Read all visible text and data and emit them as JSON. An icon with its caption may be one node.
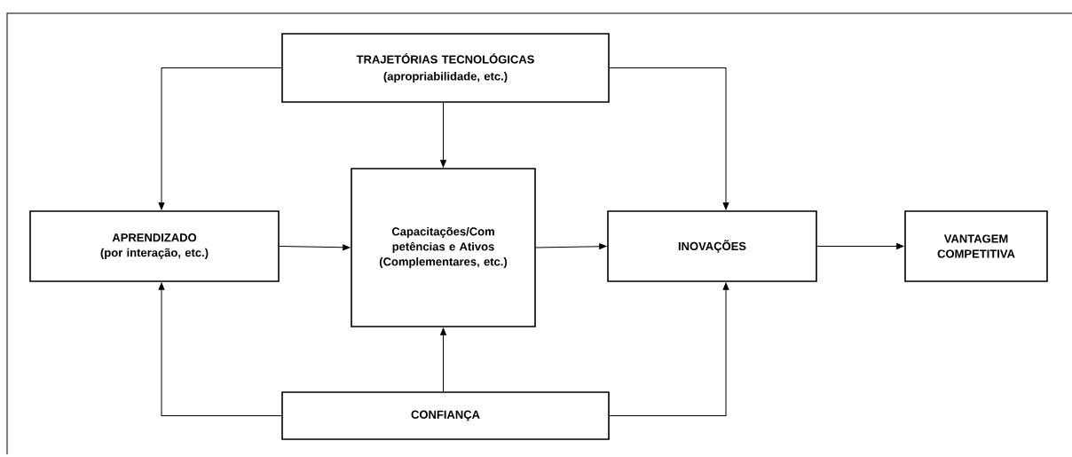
{
  "diagram": {
    "nodes": [
      {
        "text": [
          "TRAJETÓRIAS TECNOLÓGICAS",
          "(apropriabilidade, etc.)"
        ]
      },
      {
        "text": [
          "APRENDIZADO (por interação, etc.)"
        ]
      },
      {
        "text": [
          "Capacitações/Com petências e Ativos (Complementares, etc.)"
        ]
      },
      {
        "text": [
          "INOVAÇÕES"
        ]
      },
      {
        "text": [
          "VANTAGEM COMPETITIVA"
        ]
      },
      {
        "text": [
          "CONFIANÇA"
        ]
      }
    ],
    "edges": [
      {
        "from": 0,
        "to": 1,
        "arrow": "to"
      },
      {
        "from": 0,
        "to": 2,
        "arrow": "to"
      },
      {
        "from": 0,
        "to": 3,
        "arrow": "to"
      },
      {
        "from": 1,
        "to": 2,
        "arrow": "to"
      },
      {
        "from": 2,
        "to": 3,
        "arrow": "to"
      },
      {
        "from": 3,
        "to": 4,
        "arrow": "to"
      },
      {
        "from": 5,
        "to": 1,
        "arrow": "to"
      },
      {
        "from": 5,
        "to": 2,
        "arrow": "to"
      },
      {
        "from": 5,
        "to": 3,
        "arrow": "to"
      }
    ]
  }
}
